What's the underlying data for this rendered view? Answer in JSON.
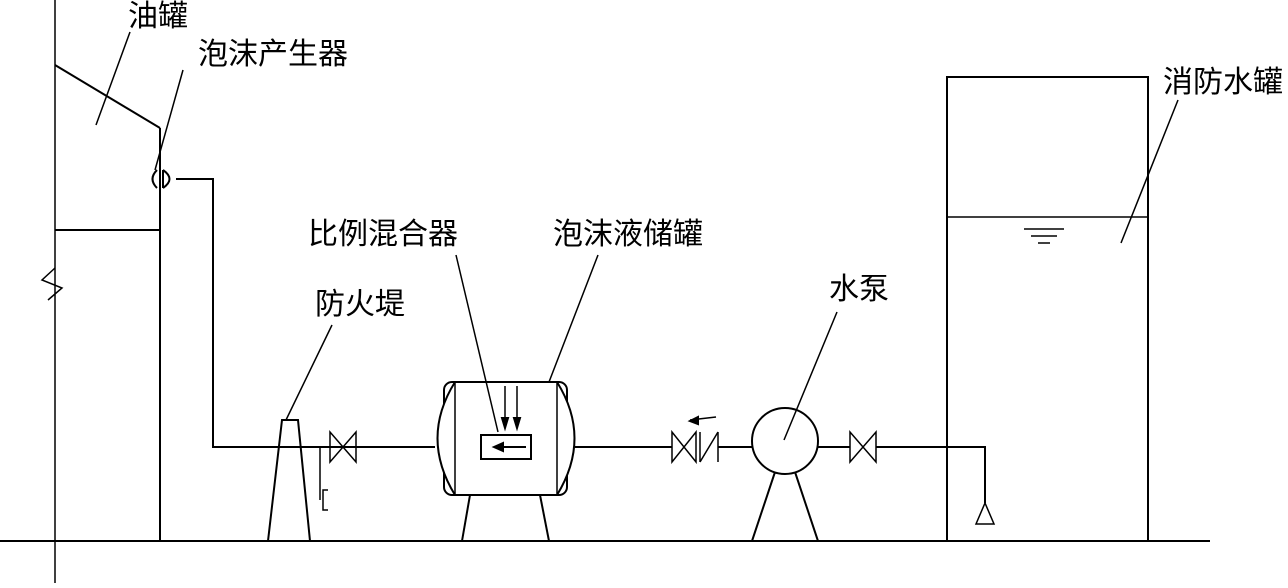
{
  "labels": {
    "oil_tank": "油罐",
    "foam_generator": "泡沫产生器",
    "proportional_mixer": "比例混合器",
    "foam_liquid_tank": "泡沫液储罐",
    "fire_dike": "防火堤",
    "water_pump": "水泵",
    "fire_water_tank": "消防水罐"
  },
  "colors": {
    "line": "#000000",
    "background": "#ffffff"
  }
}
